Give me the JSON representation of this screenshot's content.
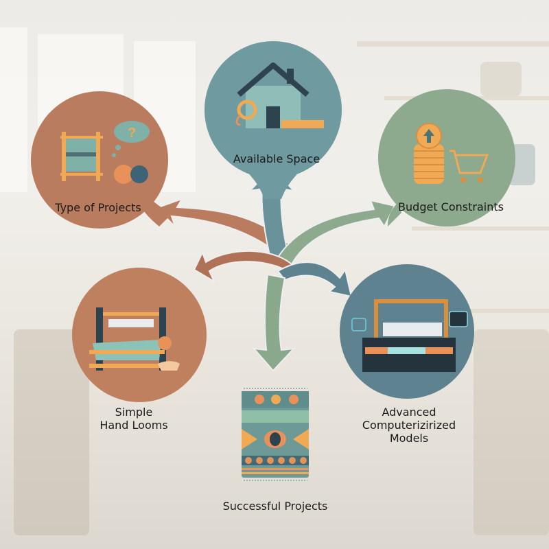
{
  "diagram": {
    "nodes": [
      {
        "id": "available-space",
        "label": "Available Space",
        "color": "#6f9aa0",
        "icon": "house-with-tape-measure-icon"
      },
      {
        "id": "type-of-projects",
        "label": "Type of Projects",
        "color": "#b97c5e",
        "icon": "loom-frame-with-yarn-question-icon"
      },
      {
        "id": "budget-constraints",
        "label": "Budget Constraints",
        "color": "#8daa8e",
        "icon": "coin-stack-and-cart-icon"
      },
      {
        "id": "simple-hand-looms",
        "label_line1": "Simple",
        "label_line2": "Hand Looms",
        "color": "#b97c5e",
        "icon": "hand-loom-icon"
      },
      {
        "id": "advanced-computerized-models",
        "label_line1": "Advanced",
        "label_line2": "Computerizirized",
        "label_line3": "Models",
        "color": "#5f8290",
        "icon": "computerized-loom-icon"
      },
      {
        "id": "successful-projects",
        "label": "Successful Projects",
        "icon": "woven-rug-icon"
      }
    ],
    "colors": {
      "terracotta": "#b97c5e",
      "slate_teal": "#5f8290",
      "sage": "#8daa8e",
      "teal_light": "#6f9aa0",
      "gold": "#f0a954",
      "dark": "#2e4350"
    }
  }
}
